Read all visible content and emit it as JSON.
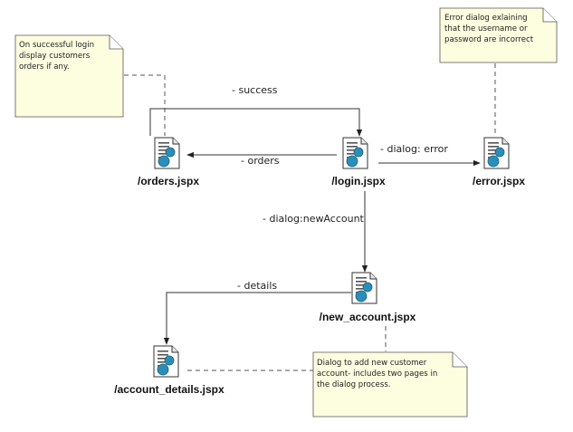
{
  "diagram": {
    "colors": {
      "note_fill": "#fdfde0",
      "icon_circle": "#2a8fb8",
      "icon_page": "#ffffff",
      "line": "#333333"
    },
    "nodes": {
      "orders": {
        "label": "/orders.jspx",
        "icon": "page-file-icon"
      },
      "login": {
        "label": "/login.jspx",
        "icon": "page-file-icon"
      },
      "error": {
        "label": "/error.jspx",
        "icon": "page-file-icon"
      },
      "new_account": {
        "label": "/new_account.jspx",
        "icon": "page-file-icon"
      },
      "account_details": {
        "label": "/account_details.jspx",
        "icon": "page-file-icon"
      }
    },
    "edges": {
      "success": "- success",
      "orders": "- orders",
      "dialog_error": "- dialog: error",
      "dialog_new_account": "- dialog:newAccount",
      "details": "- details"
    },
    "notes": {
      "orders_note": [
        "On successful login",
        "display customers",
        "orders if any."
      ],
      "error_note": [
        "Error dialog exlaining",
        "that the username or",
        "password are incorrect"
      ],
      "account_note": [
        "Dialog to add new customer",
        "account- includes two pages in",
        "the dialog process."
      ]
    }
  }
}
